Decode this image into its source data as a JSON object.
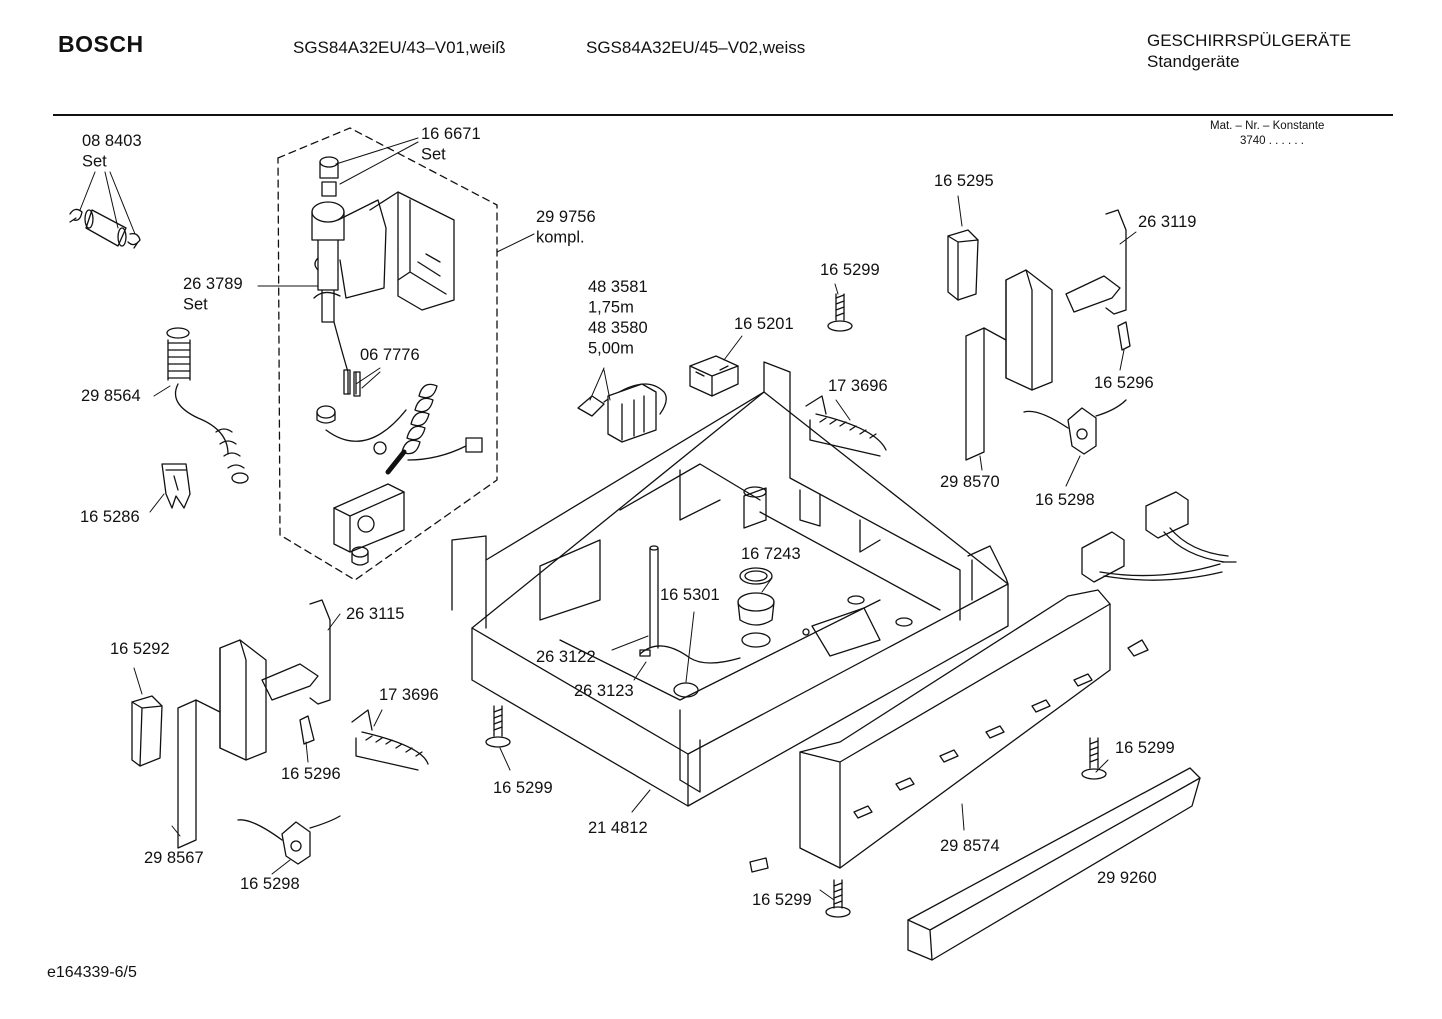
{
  "header": {
    "brand": "BOSCH",
    "model_1": "SGS84A32EU/43–V01,weiß",
    "model_2": "SGS84A32EU/45–V02,weiss",
    "category": "GESCHIRRSPÜLGERÄTE",
    "subcategory": "Standgeräte",
    "mat_nr_label": "Mat. – Nr. – Konstante",
    "mat_nr_value": "3740 . . . . . ."
  },
  "footer": {
    "doc_id": "e164339-6/5"
  },
  "labels": [
    {
      "id": "l1",
      "lines": [
        "08 8403",
        "Set"
      ]
    },
    {
      "id": "l2",
      "lines": [
        "16 6671",
        "Set"
      ]
    },
    {
      "id": "l3",
      "lines": [
        "29 9756",
        "kompl."
      ]
    },
    {
      "id": "l4",
      "lines": [
        "26 3789",
        "Set"
      ]
    },
    {
      "id": "l5",
      "lines": [
        "06 7776"
      ]
    },
    {
      "id": "l6",
      "lines": [
        "29 8564"
      ]
    },
    {
      "id": "l7",
      "lines": [
        "16 5286"
      ]
    },
    {
      "id": "l8",
      "lines": [
        "48 3581",
        "1,75m",
        "48 3580",
        "5,00m"
      ]
    },
    {
      "id": "l9",
      "lines": [
        "16 5201"
      ]
    },
    {
      "id": "l10",
      "lines": [
        "16 5299"
      ]
    },
    {
      "id": "l11",
      "lines": [
        "17 3696"
      ]
    },
    {
      "id": "l12",
      "lines": [
        "16 5295"
      ]
    },
    {
      "id": "l13",
      "lines": [
        "26 3119"
      ]
    },
    {
      "id": "l14",
      "lines": [
        "16 5296"
      ]
    },
    {
      "id": "l15",
      "lines": [
        "29 8570"
      ]
    },
    {
      "id": "l16",
      "lines": [
        "16 5298"
      ]
    },
    {
      "id": "l17",
      "lines": [
        "16 7243"
      ]
    },
    {
      "id": "l18",
      "lines": [
        "16 5301"
      ]
    },
    {
      "id": "l19",
      "lines": [
        "26 3122"
      ]
    },
    {
      "id": "l20",
      "lines": [
        "26 3123"
      ]
    },
    {
      "id": "l21",
      "lines": [
        "26 3115"
      ]
    },
    {
      "id": "l22",
      "lines": [
        "16 5292"
      ]
    },
    {
      "id": "l23",
      "lines": [
        "17 3696"
      ]
    },
    {
      "id": "l24",
      "lines": [
        "16 5296"
      ]
    },
    {
      "id": "l25",
      "lines": [
        "29 8567"
      ]
    },
    {
      "id": "l26",
      "lines": [
        "16 5298"
      ]
    },
    {
      "id": "l27",
      "lines": [
        "16 5299"
      ]
    },
    {
      "id": "l28",
      "lines": [
        "21 4812"
      ]
    },
    {
      "id": "l29",
      "lines": [
        "16 5299"
      ]
    },
    {
      "id": "l30",
      "lines": [
        "29 8574"
      ]
    },
    {
      "id": "l31",
      "lines": [
        "29 9260"
      ]
    },
    {
      "id": "l32",
      "lines": [
        "16 5299"
      ]
    }
  ]
}
